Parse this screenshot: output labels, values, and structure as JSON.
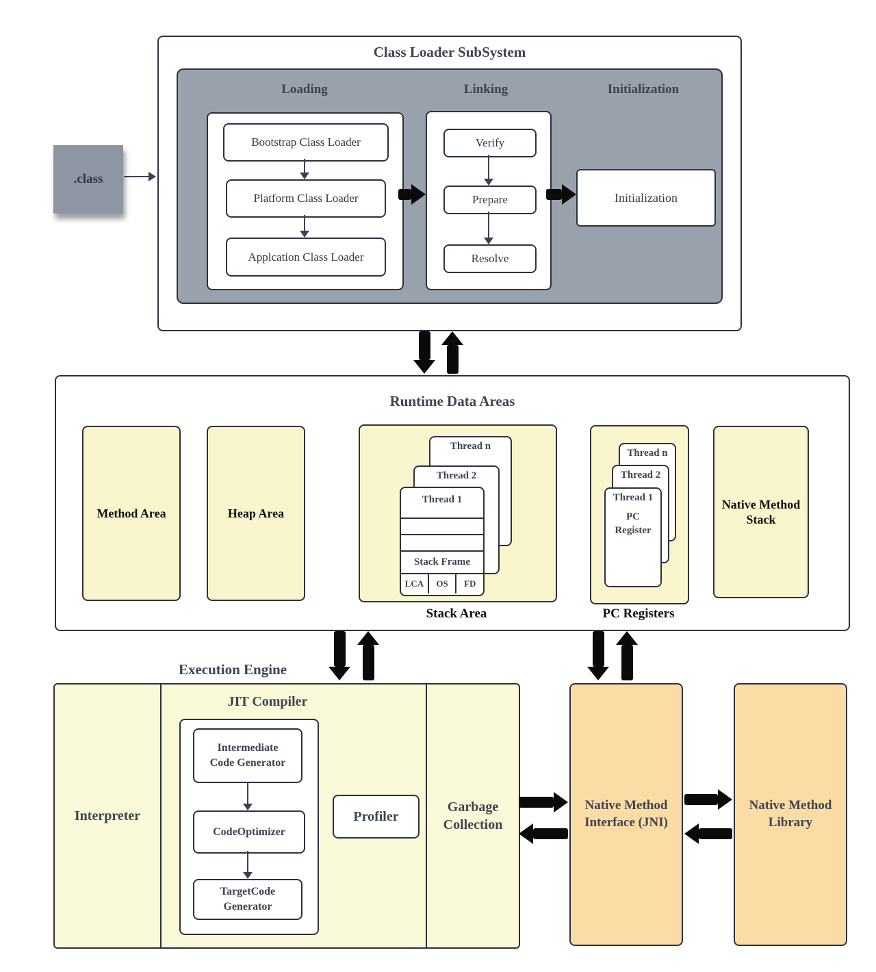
{
  "class_file": {
    "label": ".class"
  },
  "cls": {
    "title": "Class Loader SubSystem",
    "headers": {
      "loading": "Loading",
      "linking": "Linking",
      "initialization": "Initialization"
    },
    "loading": [
      "Bootstrap Class Loader",
      "Platform Class Loader",
      "Applcation Class Loader"
    ],
    "linking": [
      "Verify",
      "Prepare",
      "Resolve"
    ],
    "init_box": "Initialization"
  },
  "runtime": {
    "title": "Runtime Data Areas",
    "method_area": "Method Area",
    "heap_area": "Heap Area",
    "stack": {
      "label": "Stack Area",
      "threads": [
        "Thread n",
        "Thread 2",
        "Thread 1"
      ],
      "frame_label": "Stack Frame",
      "cells": [
        "LCA",
        "OS",
        "FD"
      ]
    },
    "pc": {
      "label": "PC Registers",
      "threads": [
        "Thread n",
        "Thread 2",
        "Thread 1"
      ],
      "register": "PC Register"
    },
    "native_stack": "Native Method Stack"
  },
  "engine": {
    "title": "Execution Engine",
    "interpreter": "Interpreter",
    "jit": {
      "title": "JIT Compiler",
      "steps": [
        "Intermediate Code Generator",
        "CodeOptimizer",
        "TargetCode Generator"
      ],
      "profiler": "Profiler"
    },
    "garbage": "Garbage Collection"
  },
  "native": {
    "jni": "Native Method Interface (JNI)",
    "library": "Native Method Library"
  },
  "colors": {
    "border": "#2b323f",
    "gray_panel": "#99a1ad",
    "class_box_gray": "#8e96a4",
    "pale_yellow": "#f9f6cd",
    "engine_yellow": "#faf9d8",
    "orange": "#fcdca5",
    "arrow_black": "#0a0a0a",
    "heading_text": "#3d4451"
  }
}
